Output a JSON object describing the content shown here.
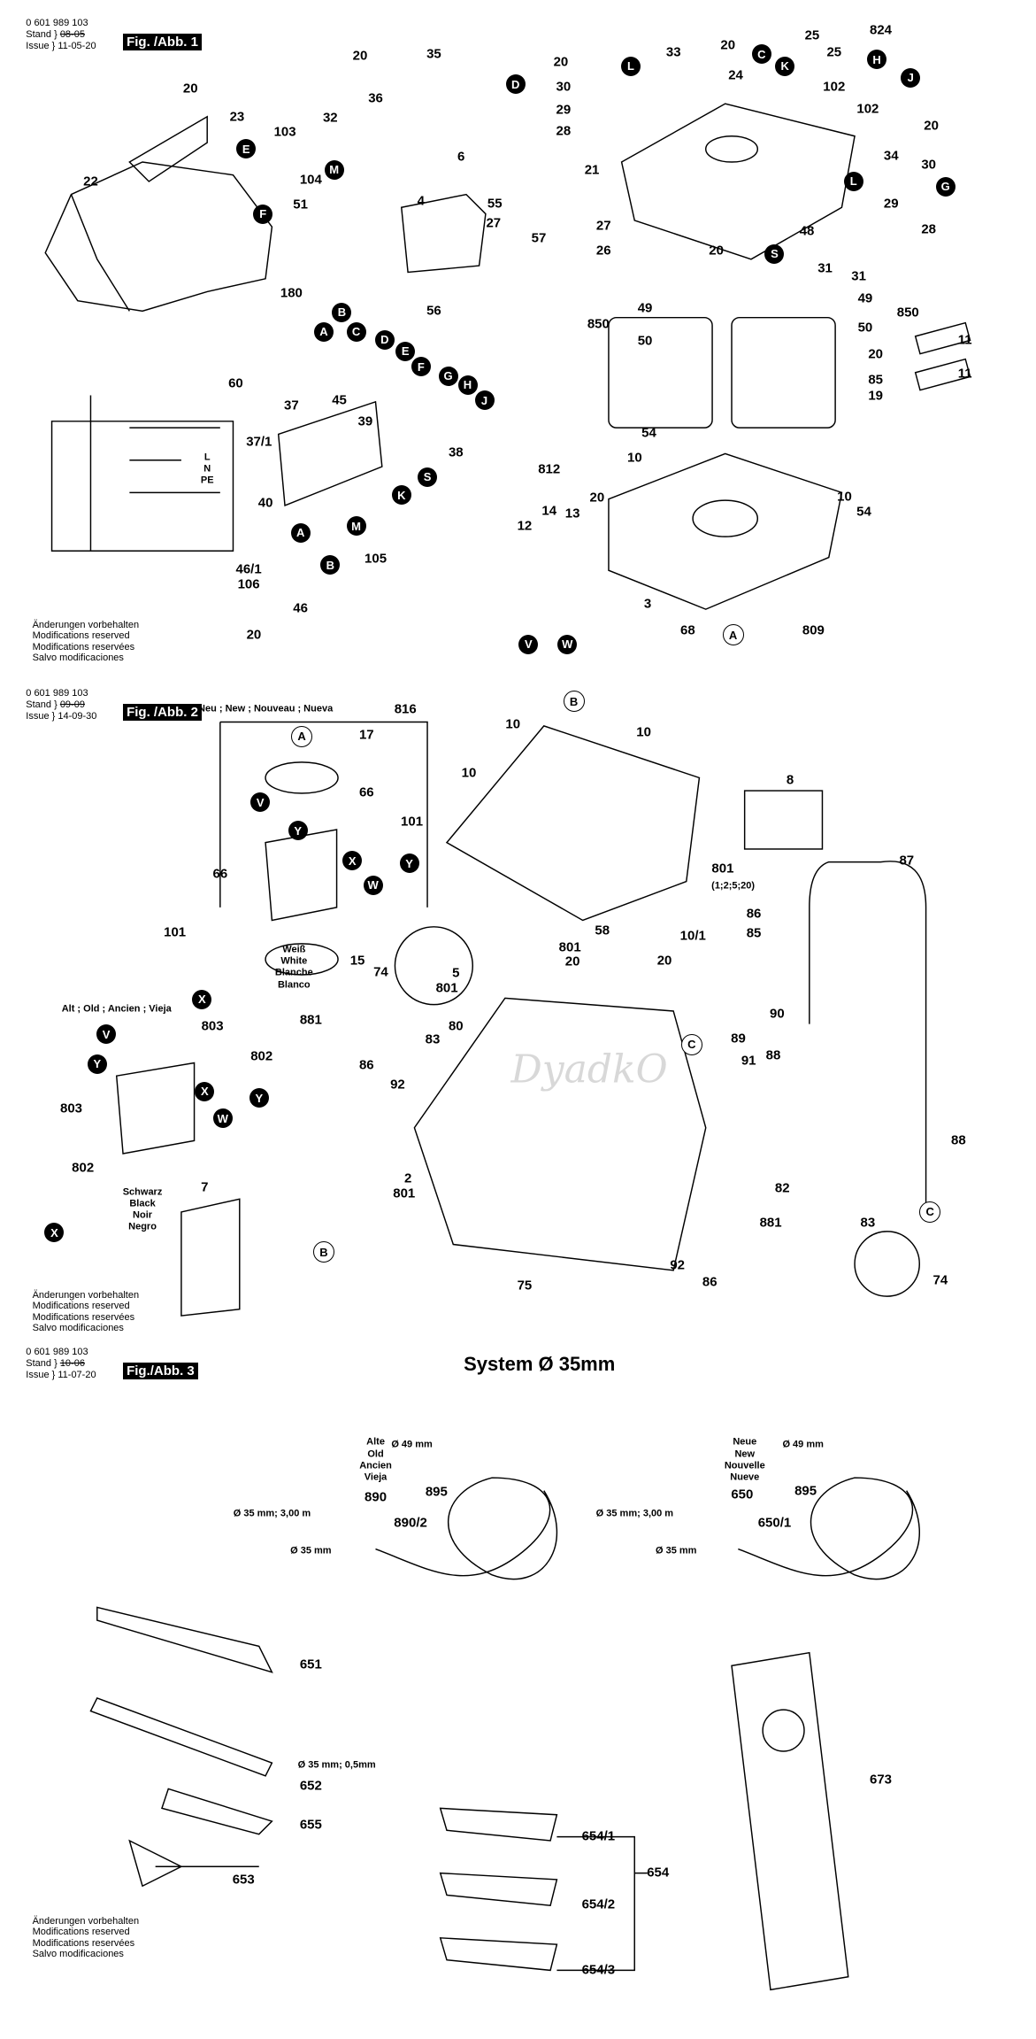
{
  "fig1": {
    "doc_number": "0 601 989 103",
    "stand_label": "Stand",
    "issue_label": "Issue",
    "stand_old": "08-05",
    "issue_date": "11-05-20",
    "tag": "Fig. /Abb. 1",
    "labels": [
      "20",
      "23",
      "22",
      "103",
      "104",
      "32",
      "36",
      "20",
      "35",
      "E",
      "M",
      "F",
      "51",
      "180",
      "6",
      "55",
      "27",
      "4",
      "57",
      "56",
      "60",
      "37",
      "37/1",
      "45",
      "39",
      "38",
      "40",
      "A",
      "B",
      "105",
      "M",
      "46/1",
      "106",
      "46",
      "20",
      "A",
      "B",
      "C",
      "D",
      "E",
      "F",
      "G",
      "H",
      "J",
      "S",
      "K",
      "20",
      "30",
      "L",
      "D",
      "29",
      "28",
      "33",
      "20",
      "24",
      "C",
      "K",
      "25",
      "25",
      "824",
      "H",
      "J",
      "102",
      "102",
      "20",
      "21",
      "34",
      "30",
      "L",
      "29",
      "G",
      "28",
      "27",
      "26",
      "20",
      "S",
      "48",
      "31",
      "31",
      "49",
      "850",
      "50",
      "49",
      "850",
      "50",
      "11",
      "11",
      "20",
      "85",
      "19",
      "54",
      "812",
      "12",
      "14",
      "13",
      "10",
      "10",
      "20",
      "54",
      "V",
      "W",
      "3",
      "68",
      "A",
      "809"
    ],
    "schematic_labels": [
      "L",
      "N",
      "PE"
    ],
    "notes": [
      "Änderungen vorbehalten",
      "Modifications reserved",
      "Modifications reservées",
      "Salvo modificaciones"
    ]
  },
  "fig2": {
    "doc_number": "0 601 989 103",
    "stand_label": "Stand",
    "issue_label": "Issue",
    "stand_old": "09-09",
    "issue_date": "14-09-30",
    "tag": "Fig. /Abb. 2",
    "new_caption": "Neu ; New ; Nouveau ; Nueva",
    "old_caption": "Alt ; Old ; Ancien ; Vieja",
    "white_caption": [
      "Weiß",
      "White",
      "Blanche",
      "Blanco"
    ],
    "black_caption": [
      "Schwarz",
      "Black",
      "Noir",
      "Negro"
    ],
    "labels": [
      "816",
      "A",
      "17",
      "V",
      "66",
      "101",
      "Y",
      "X",
      "Y",
      "W",
      "66",
      "101",
      "X",
      "15",
      "74",
      "V",
      "803",
      "802",
      "Y",
      "X",
      "Y",
      "W",
      "803",
      "802",
      "X",
      "7",
      "B",
      "2",
      "801",
      "10",
      "B",
      "10",
      "10",
      "8",
      "801",
      "(1;2;5;20)",
      "87",
      "86",
      "85",
      "58",
      "10/1",
      "801",
      "20",
      "20",
      "5",
      "801",
      "90",
      "80",
      "881",
      "83",
      "86",
      "92",
      "C",
      "89",
      "91",
      "88",
      "88",
      "C",
      "82",
      "83",
      "74",
      "92",
      "86",
      "881",
      "75"
    ],
    "watermark": "DyadkO",
    "notes": [
      "Änderungen vorbehalten",
      "Modifications reserved",
      "Modifications reservées",
      "Salvo modificaciones"
    ]
  },
  "fig3": {
    "doc_number": "0 601 989 103",
    "stand_label": "Stand",
    "issue_label": "Issue",
    "stand_old": "10-06",
    "issue_date": "11-07-20",
    "tag": "Fig./Abb. 3",
    "title": "System Ø 35mm",
    "old_caption": [
      "Alte",
      "Old",
      "Ancien",
      "Vieja"
    ],
    "new_caption": [
      "Neue",
      "New",
      "Nouvelle",
      "Nueve"
    ],
    "labels": [
      "Ø 49 mm",
      "890",
      "895",
      "890/2",
      "Ø 35 mm; 3,00 m",
      "Ø 35 mm",
      "Ø 49 mm",
      "650",
      "895",
      "650/1",
      "Ø 35 mm; 3,00 m",
      "Ø 35 mm",
      "651",
      "Ø 35 mm; 0,5mm",
      "652",
      "655",
      "653",
      "654/1",
      "654",
      "654/2",
      "654/3",
      "673"
    ],
    "notes": [
      "Änderungen vorbehalten",
      "Modifications reserved",
      "Modifications reservées",
      "Salvo modificaciones"
    ]
  }
}
